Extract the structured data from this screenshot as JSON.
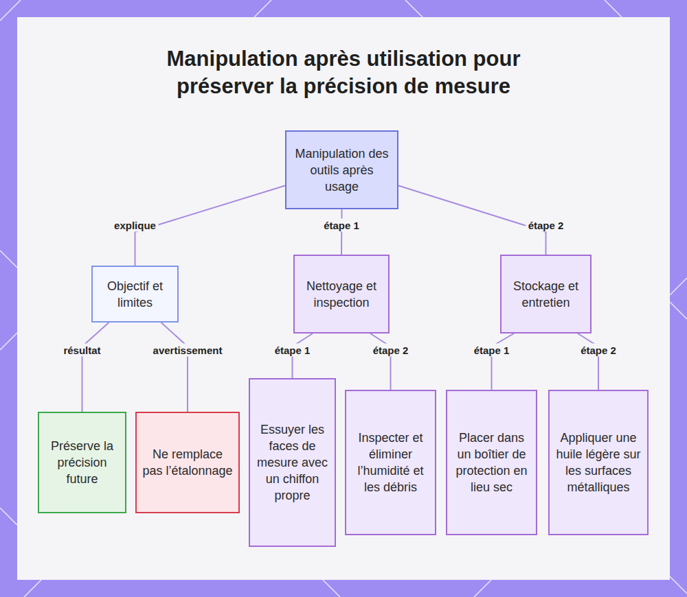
{
  "diagram": {
    "title": "Manipulation après utilisation pour préserver la précision de mesure",
    "nodes": [
      {
        "text": [
          "Manipulation des outils après usage"
        ]
      },
      {
        "text": [
          "Objectif et limites"
        ]
      },
      {
        "text": [
          "Nettoyage et inspection"
        ]
      },
      {
        "text": [
          "Stockage et entretien"
        ]
      },
      {
        "text": [
          "Préserve la précision future"
        ]
      },
      {
        "text": [
          "Ne remplace pas l’étalonnage"
        ]
      },
      {
        "text": [
          "Essuyer les faces de mesure avec un chiffon propre"
        ]
      },
      {
        "text": [
          "Inspecter et éliminer l’humidité et les débris"
        ]
      },
      {
        "text": [
          "Placer dans un boîtier de protection en lieu sec"
        ]
      },
      {
        "text": [
          "Appliquer une huile légère sur les surfaces métalliques"
        ]
      }
    ],
    "edges": [
      {
        "from": 0,
        "to": 1,
        "label": "explique",
        "arrow": "none"
      },
      {
        "from": 0,
        "to": 2,
        "label": "étape 1",
        "arrow": "none"
      },
      {
        "from": 0,
        "to": 3,
        "label": "étape 2",
        "arrow": "none"
      },
      {
        "from": 1,
        "to": 4,
        "label": "résultat",
        "arrow": "none"
      },
      {
        "from": 1,
        "to": 5,
        "label": "avertissement",
        "arrow": "none"
      },
      {
        "from": 2,
        "to": 6,
        "label": "étape 1",
        "arrow": "none"
      },
      {
        "from": 2,
        "to": 7,
        "label": "étape 2",
        "arrow": "none"
      },
      {
        "from": 3,
        "to": 8,
        "label": "étape 1",
        "arrow": "none"
      },
      {
        "from": 3,
        "to": 9,
        "label": "étape 2",
        "arrow": "none"
      }
    ]
  }
}
